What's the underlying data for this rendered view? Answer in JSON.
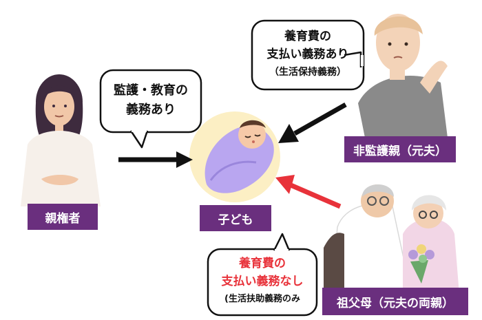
{
  "labels": {
    "guardian": "親権者",
    "child": "子ども",
    "noncustodial": "非監護親（元夫）",
    "grandparents": "祖父母（元夫の両親）"
  },
  "bubbles": {
    "custody": {
      "line1": "監護・教育の",
      "line2": "義務あり"
    },
    "support_yes": {
      "line1": "養育費の",
      "line2": "支払い義務あり",
      "line3": "（生活保持義務）"
    },
    "support_no": {
      "line1": "養育費の",
      "line2": "支払い義務なし",
      "line3": "(生活扶助義務のみ"
    }
  },
  "colors": {
    "label_bg": "#6a2f7e",
    "arrow_black": "#111111",
    "arrow_red": "#e8323a",
    "emphasis_red": "#e8323a",
    "child_circle": "#fcefc4",
    "blanket": "#b9a6f0"
  }
}
